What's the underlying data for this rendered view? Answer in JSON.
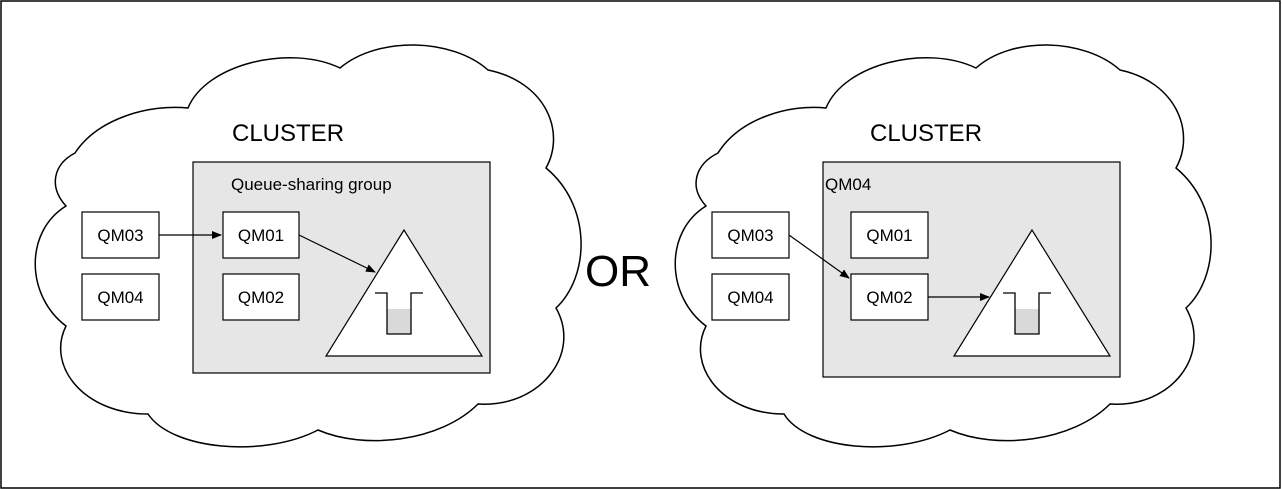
{
  "colors": {
    "stroke": "#000000",
    "background": "#ffffff",
    "group_fill": "#e6e6e6",
    "queue_fill": "#d9d9d9"
  },
  "separator": {
    "label": "OR"
  },
  "left_cluster": {
    "title": "CLUSTER",
    "group_label": "Queue-sharing group",
    "qm03": "QM03",
    "qm04": "QM04",
    "qm01": "QM01",
    "qm02": "QM02"
  },
  "right_cluster": {
    "title": "CLUSTER",
    "group_label": "QM04",
    "qm03": "QM03",
    "qm04": "QM04",
    "qm01": "QM01",
    "qm02": "QM02"
  }
}
